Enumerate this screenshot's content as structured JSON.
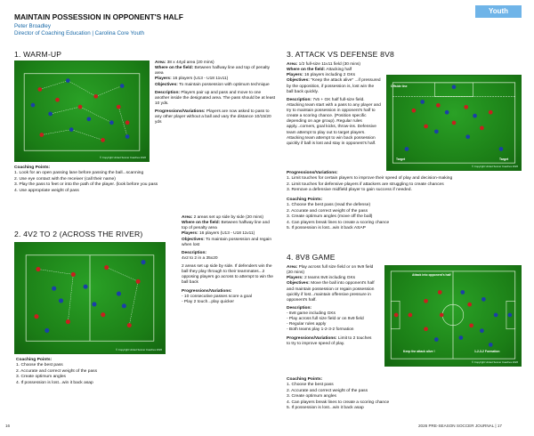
{
  "header": {
    "title": "MAINTAIN POSSESSION IN OPPONENT'S HALF",
    "author": "Peter Broadley",
    "role": "Director of Coaching Education | Carolina Core Youth",
    "tag": "Youth"
  },
  "copyright": "© Copyright United Soccer Coaches 2026",
  "s1": {
    "heading": "1. WARM-UP",
    "area_l": "Area:",
    "area": " 38 x 44yd area (20 mins)",
    "where_l": "Where on the field:",
    "where": " Between halfway line and top of penalty area",
    "players_l": "Players:",
    "players": " 16 players (U13 - U18 11v11)",
    "obj_l": "Objectives:",
    "obj": " To maintain possession with optimum technique",
    "desc_l": "Description:",
    "desc": " Players pair up and pass and move to one another inside the designated area. The pass should be at least 10 yds.",
    "prog_l": "Progressions/Variations:",
    "prog": " Players are now asked to pass to any other player without a ball and vary the distance 10/15/20 yds",
    "cp_head": "Coaching Points:",
    "cp": [
      "1. Look for an open passing lane before passing the ball...scanning",
      "2. Use eye contact with the receiver (call their name)",
      "3. Play the pass to feet or into the path of the player. (look before you pass",
      "4. Use appropriate weight of pass"
    ]
  },
  "s2": {
    "heading": "2. 4V2 TO 2 (ACROSS THE RIVER)",
    "area_l": "Area:",
    "area": " 2 areas set up side by side (20 mins)",
    "where_l": "Where on the field:",
    "where": " Between halfway line and top of penalty area",
    "players_l": "Players:",
    "players": " 16 players (U13 - U18 11v11)",
    "obj_l": "Objectives:",
    "obj": " To maintain possession and regain when lost",
    "desc_l": "Description:",
    "desc1": "4v2 to 2 in a 35x20",
    "desc2": "2 areas set up side by side. If defenders win the ball they play through to their teammates...2 opposing players go across to attempt to win the ball back",
    "prog_l": "Progressions/Variations:",
    "prog1": "- 10 consecutive passes score a goal",
    "prog2": "- Play 2 touch...play quicker",
    "cp_head": "Coaching Points:",
    "cp": [
      "1. Choose the best pass",
      "2. Accurate and correct weight of the pass",
      "3. Create optimum angles",
      "4. If possession is lost...win it back asap"
    ]
  },
  "s3": {
    "heading": "3. ATTACK VS DEFENSE 8V8",
    "area_l": "Area:",
    "area": " 1/2 full-size 11v11 field (30 mins)",
    "where_l": "Where on the field:",
    "where": " Attacking half",
    "players_l": "Players:",
    "players": " 16 players including 2 GKs",
    "obj_l": "Objectives:",
    "obj": " \"Keep the attack alive\" ...if pressured by the opposition, if possession is, lost win the ball back quickly.",
    "desc_l": "Description:",
    "desc": " 7v5 + GK half full-size field. Attacking team start with a pass to any player and try to maintain possession in opponent's half to create a scoring chance. (Position specific depending on age group). Regular rules apply...corners, goal kicks, throw-ins. Defensive team attempt to play out to target players. Attacking team attempt to win back possession quickly if ball is lost and stay in opponent's half.",
    "prog_l": "Progressions/Variations:",
    "prog": [
      "1. Limit touches for certain players to improve their speed of play and decision-making",
      "2. Limit touches for defensive players if attackers are struggling to create chances",
      "3. Remove a defensive midfield player to gain success if needed."
    ],
    "cp_head": "Coaching Points:",
    "cp": [
      "1. Choose the best pass (read the defense)",
      "2. Accurate and correct weight of the pass",
      "3. Create optimum angles (move off the ball)",
      "4. Can players break lines to create a scoring chance",
      "5. If possession is lost...win it back ASAP"
    ],
    "lbl_offside": "Offside line",
    "lbl_target": "Target"
  },
  "s4": {
    "heading": "4. 8V8 GAME",
    "area_l": "Area:",
    "area": " Play across full size field or on 9v9 field (20 mins)",
    "players_l": "Players:",
    "players": " 2 teams 8v8 including GKs",
    "obj_l": "Objectives:",
    "obj": " Move the ball into opponent's half and maintain possession or regain possession quickly if lost...maintain offensive pressure in opponent's half.",
    "desc_l": "Description:",
    "desc": [
      "- 8v8 game including GKs",
      "- Play across full size field or on 9v9 field",
      "- Regular rules apply",
      "- Both teams play 1-2-3-2 formation"
    ],
    "prog_l": "Progressions/Variations:",
    "prog": " Limit to 2 touches to try to improve speed of play.",
    "cp_head": "Coaching Points:",
    "cp": [
      "1. Choose the best pass",
      "2. Accurate and correct weight of the pass",
      "3. Create optimum angles",
      "4. Can players break lines to create a scoring chance",
      "5. If possession is lost...win it back asap"
    ],
    "lbl_attack": "Attack into opponent's half",
    "lbl_keep": "Keep the attack alive !",
    "lbl_form": "1-2-3-2 Formation"
  },
  "footer": {
    "left": "16",
    "right": "2026 PRE-SEASON SOCCER JOURNAL | 17"
  },
  "colors": {
    "accent": "#1a6aa8",
    "tag": "#6fb4e8",
    "field": "#1f8a1a",
    "red_team": "#c8201e",
    "blue_team": "#1b3fa8"
  }
}
